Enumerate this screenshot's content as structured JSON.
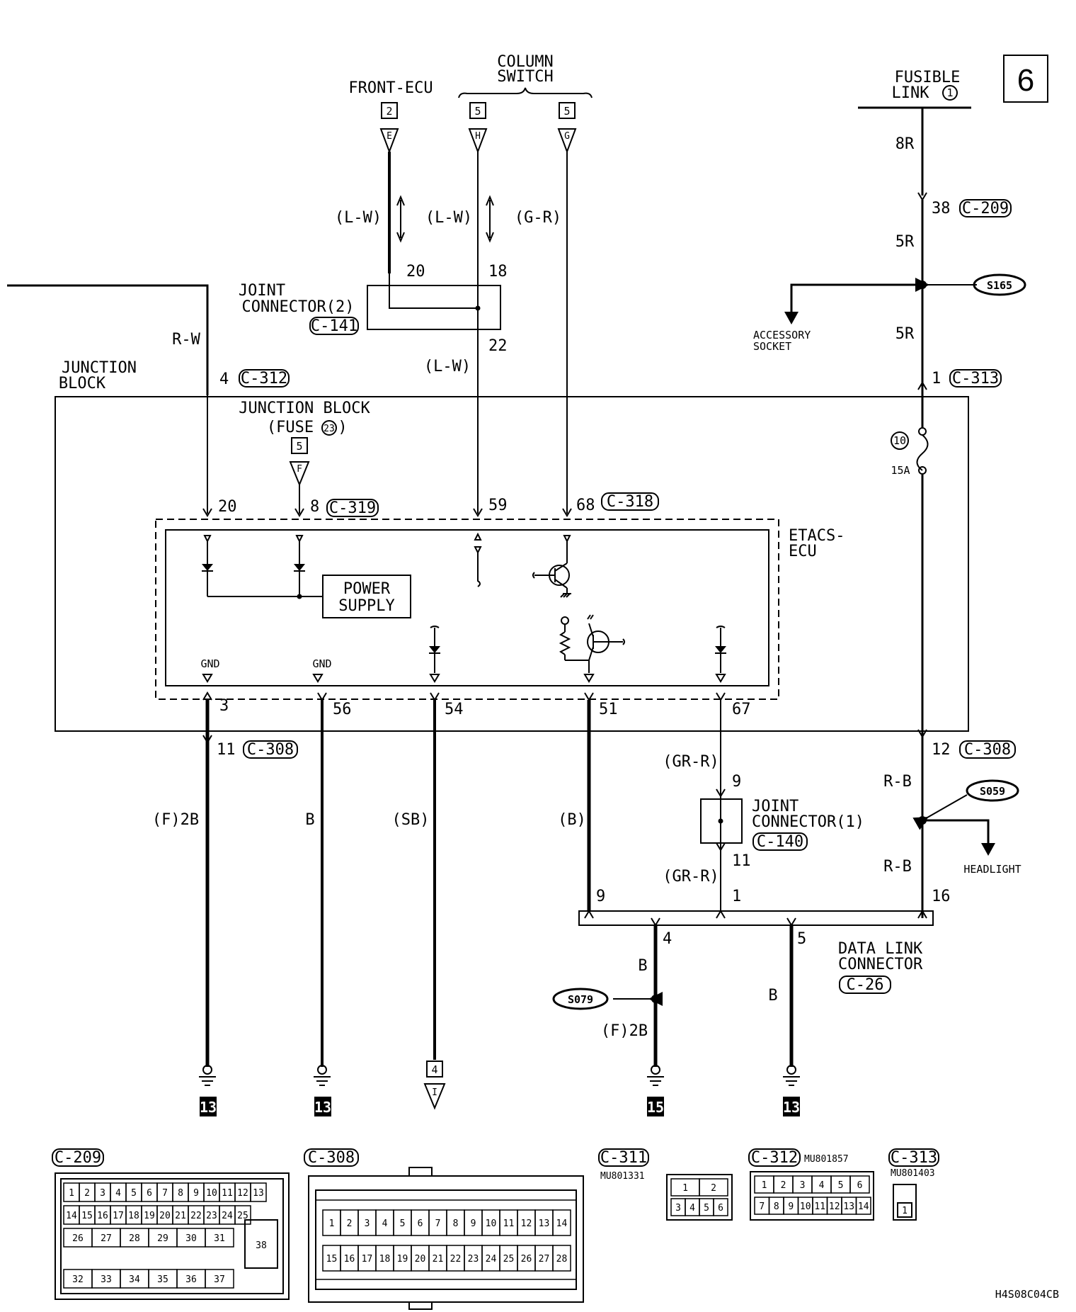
{
  "page_number": "6",
  "drawing_id": "H4S08C04CB",
  "sources": {
    "front_ecu": {
      "label": "FRONT-ECU",
      "box": "2",
      "terminal": "E"
    },
    "column_switch": {
      "label_line1": "COLUMN",
      "label_line2": "SWITCH",
      "box_h": "5",
      "terminal_h": "H",
      "box_g": "5",
      "terminal_g": "G"
    },
    "fusible_link": {
      "label_line1": "FUSIBLE",
      "label_line2": "LINK",
      "number": "1"
    }
  },
  "wires": {
    "lw1": "(L-W)",
    "lw2": "(L-W)",
    "gr": "(G-R)",
    "lw3": "(L-W)",
    "rw": "R-W",
    "r8": "8R",
    "r5a": "5R",
    "r5b": "5R",
    "f2b": "(F)2B",
    "b1": "B",
    "sb": "(SB)",
    "b2": "(B)",
    "grr1": "(GR-R)",
    "grr2": "(GR-R)",
    "rb1": "R-B",
    "rb2": "R-B",
    "b3": "B",
    "b4": "B",
    "f2b2": "(F)2B"
  },
  "pins": {
    "p20a": "20",
    "p18": "18",
    "p22": "22",
    "p4": "4",
    "p38": "38",
    "p1": "1",
    "p20b": "20",
    "p8": "8",
    "p59": "59",
    "p68": "68",
    "p3": "3",
    "p56": "56",
    "p54": "54",
    "p51": "51",
    "p67": "67",
    "p11a": "11",
    "p12": "12",
    "p9a": "9",
    "p11b": "11",
    "p9b": "9",
    "p1b": "1",
    "p16": "16",
    "p4b": "4",
    "p5": "5"
  },
  "connectors": {
    "c209": "C-209",
    "c141": "C-141",
    "c312": "C-312",
    "c313": "C-313",
    "c319": "C-319",
    "c318": "C-318",
    "c308a": "C-308",
    "c308b": "C-308",
    "c140": "C-140",
    "c26": "C-26"
  },
  "components": {
    "joint2_l1": "JOINT",
    "joint2_l2": "CONNECTOR(2)",
    "jb_l1": "JUNCTION",
    "jb_l2": "BLOCK",
    "jbf_l1": "JUNCTION BLOCK",
    "jbf_l2": "(FUSE",
    "jbf_fuse": "23",
    "jbf_l3": ")",
    "jbf_box": "5",
    "jbf_term": "F",
    "etacs_l1": "ETACS-",
    "etacs_l2": "ECU",
    "power_l1": "POWER",
    "power_l2": "SUPPLY",
    "gnd1": "GND",
    "gnd2": "GND",
    "accessory_l1": "ACCESSORY",
    "accessory_l2": "SOCKET",
    "splice_s165": "S165",
    "splice_s059": "S059",
    "splice_s079": "S079",
    "fuse_num": "10",
    "fuse_rating": "15A",
    "joint1_l1": "JOINT",
    "joint1_l2": "CONNECTOR(1)",
    "headlight": "HEADLIGHT",
    "dlc_l1": "DATA LINK",
    "dlc_l2": "CONNECTOR",
    "ground_1": "13",
    "ground_2": "13",
    "ground_3": "15",
    "ground_4": "13",
    "ref_box": "4",
    "ref_term": "I"
  },
  "connector_views": {
    "c209": {
      "label": "C-209",
      "row1": [
        "1",
        "2",
        "3",
        "4",
        "5",
        "6",
        "7",
        "8",
        "9",
        "10",
        "11",
        "12",
        "13"
      ],
      "row2": [
        "14",
        "15",
        "16",
        "17",
        "18",
        "19",
        "20",
        "21",
        "22",
        "23",
        "24",
        "25"
      ],
      "row3": [
        "26",
        "27",
        "28",
        "29",
        "30",
        "31"
      ],
      "row4": [
        "32",
        "33",
        "34",
        "35",
        "36",
        "37"
      ],
      "side": "38"
    },
    "c308": {
      "label": "C-308",
      "row1": [
        "1",
        "2",
        "3",
        "4",
        "5",
        "6",
        "7",
        "8",
        "9",
        "10",
        "11",
        "12",
        "13",
        "14"
      ],
      "row2": [
        "15",
        "16",
        "17",
        "18",
        "19",
        "20",
        "21",
        "22",
        "23",
        "24",
        "25",
        "26",
        "27",
        "28"
      ]
    },
    "c311": {
      "label": "C-311",
      "part": "MU801331",
      "row1": [
        "1",
        "2"
      ],
      "row2": [
        "3",
        "4",
        "5",
        "6"
      ]
    },
    "c312": {
      "label": "C-312",
      "part": "MU801857",
      "row1": [
        "1",
        "2",
        "3",
        "4",
        "5",
        "6"
      ],
      "row2": [
        "7",
        "8",
        "9",
        "10",
        "11",
        "12",
        "13",
        "14"
      ]
    },
    "c313": {
      "label": "C-313",
      "part": "MU801403",
      "pin": "1"
    }
  }
}
